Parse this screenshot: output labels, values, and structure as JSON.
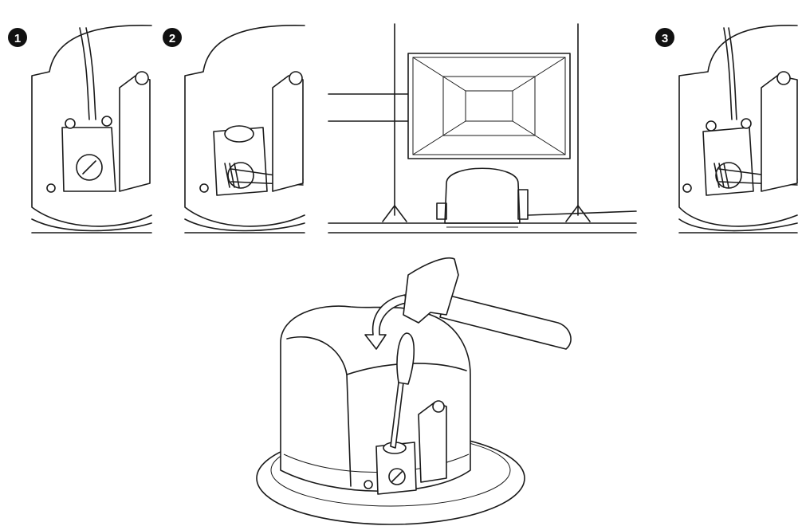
{
  "steps": [
    {
      "number": "1"
    },
    {
      "number": "2"
    },
    {
      "number": "3"
    }
  ],
  "colors": {
    "line": "#1a1a1a",
    "badge": "#111111",
    "background": "#ffffff"
  }
}
